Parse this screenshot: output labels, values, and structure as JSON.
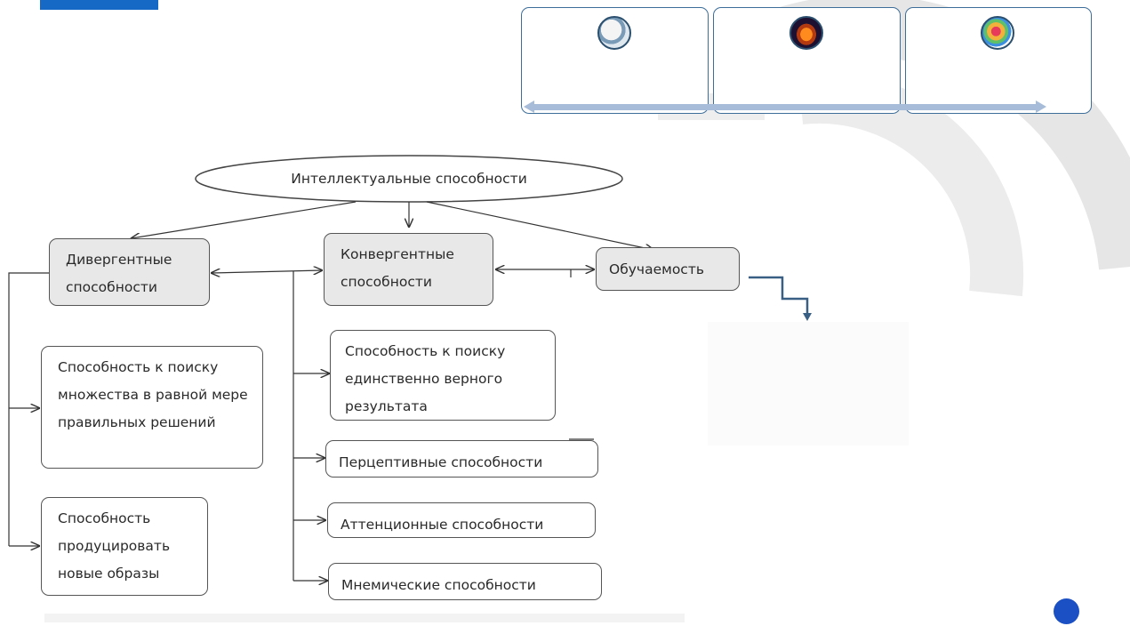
{
  "header": {
    "accent_color": "#1669c4"
  },
  "cards": [
    {
      "icon": "network-globe-icon"
    },
    {
      "icon": "figure-silhouette-icon"
    },
    {
      "icon": "colorful-brain-icon"
    }
  ],
  "diagram": {
    "root": "Интеллектуальные способности",
    "divergent": "Дивергентные способности",
    "convergent": "Конвергентные способности",
    "learnability": "Обучаемость",
    "divergent_children": [
      "Способность к поиску множества в равной мере правильных решений",
      "Способность продуцировать новые образы"
    ],
    "convergent_children": [
      "Способность к поиску единственно верного результата",
      "Перцептивные способности",
      "Аттенционные способности",
      "Мнемические способности"
    ]
  },
  "footer": {
    "page_dot_color": "#1b4fc4"
  }
}
